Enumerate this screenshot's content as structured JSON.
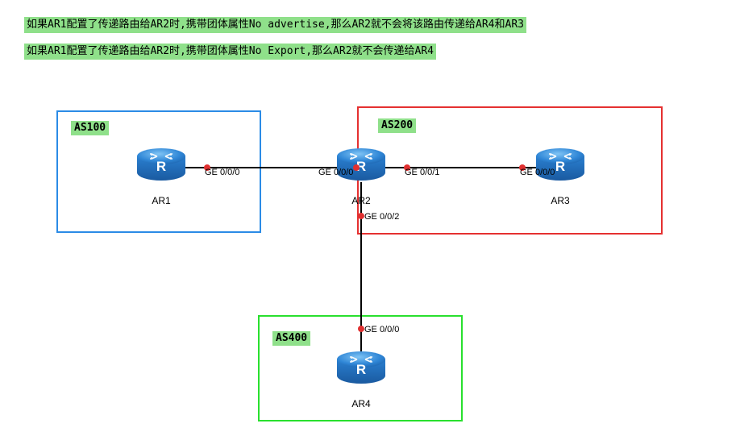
{
  "notes": [
    "如果AR1配置了传递路由给AR2时,携带团体属性No advertise,那么AR2就不会将该路由传递给AR4和AR3",
    "如果AR1配置了传递路由给AR2时,携带团体属性No Export,那么AR2就不会传递给AR4"
  ],
  "as_boxes": {
    "as100": {
      "label": "AS100",
      "color": "#2b8be6"
    },
    "as200": {
      "label": "AS200",
      "color": "#e53030"
    },
    "as400": {
      "label": "AS400",
      "color": "#29e02e"
    }
  },
  "routers": {
    "ar1": {
      "name": "AR1",
      "icon": "router-icon"
    },
    "ar2": {
      "name": "AR2",
      "icon": "router-icon"
    },
    "ar3": {
      "name": "AR3",
      "icon": "router-icon"
    },
    "ar4": {
      "name": "AR4",
      "icon": "router-icon"
    }
  },
  "ports": {
    "ar1_ge000": "GE 0/0/0",
    "ar2_ge000": "GE 0/0/0",
    "ar2_ge001": "GE 0/0/1",
    "ar3_ge000": "GE 0/0/0",
    "ar2_ge002": "GE 0/0/2",
    "ar4_ge000": "GE 0/0/0"
  }
}
